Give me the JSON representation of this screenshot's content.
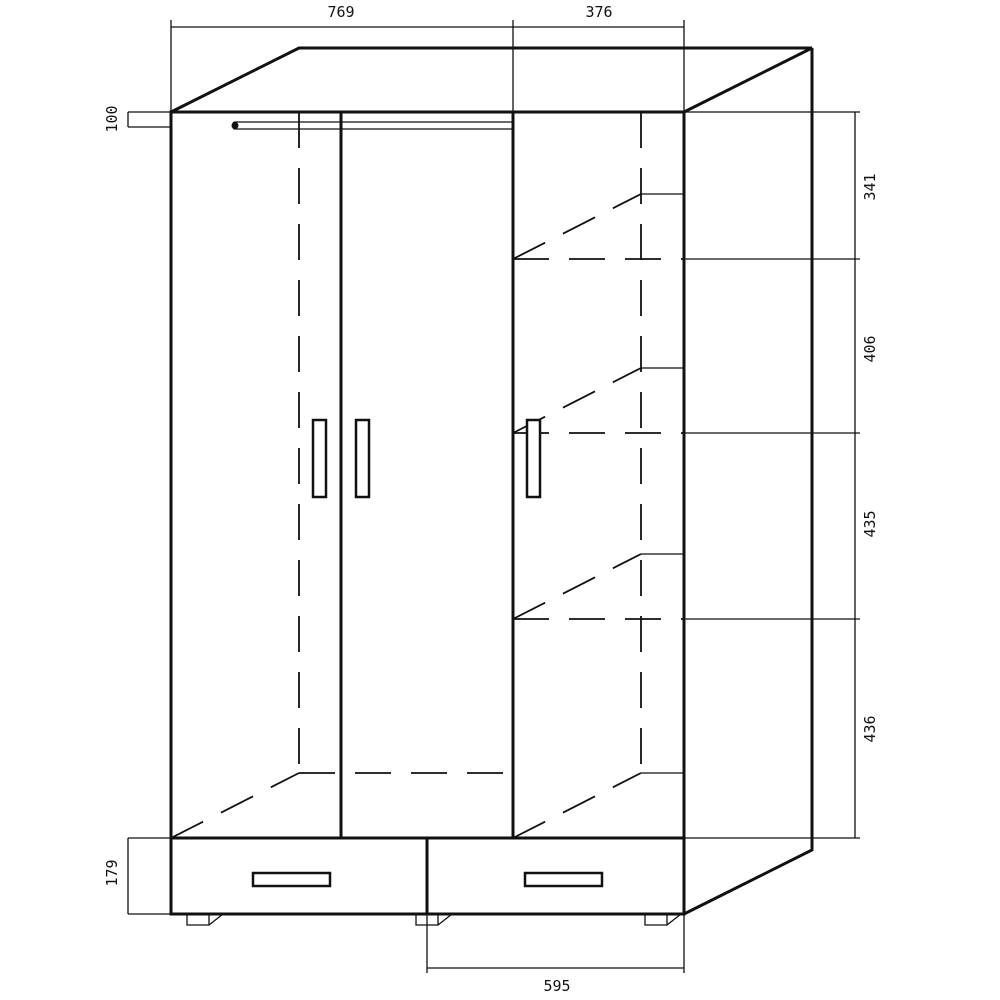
{
  "drawing": {
    "subject": "wardrobe",
    "dimensions": {
      "top_left_width": "769",
      "top_right_width": "376",
      "rod_offset": "100",
      "drawer_height": "179",
      "bottom_width": "595",
      "right_heights": [
        "341",
        "406",
        "435",
        "436"
      ]
    }
  }
}
